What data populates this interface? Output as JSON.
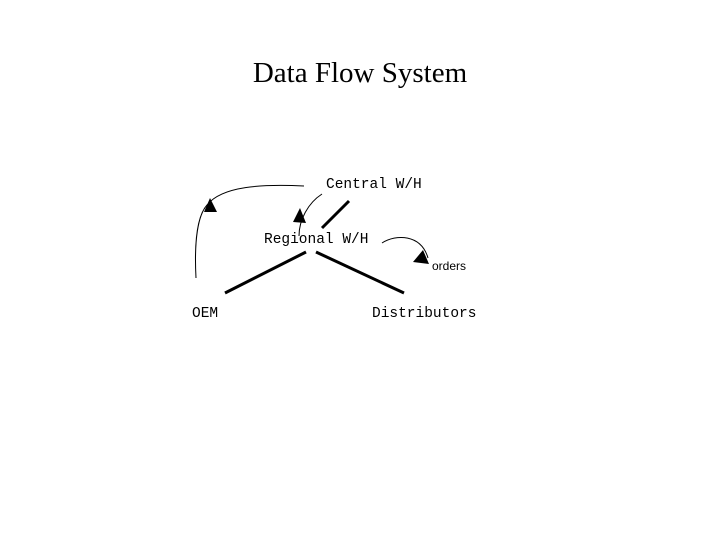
{
  "title": "Data Flow System",
  "nodes": {
    "central": "Central W/H",
    "regional": "Regional W/H",
    "oem": "OEM",
    "distributors": "Distributors"
  },
  "flow_labels": {
    "orders": "orders"
  },
  "colors": {
    "background": "#ffffff",
    "ink": "#000000"
  }
}
